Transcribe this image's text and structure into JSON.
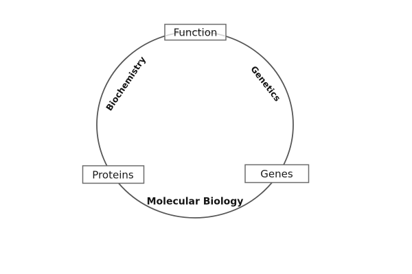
{
  "diagram": {
    "nodes": {
      "function": {
        "label": "Function"
      },
      "proteins": {
        "label": "Proteins"
      },
      "genes": {
        "label": "Genes"
      }
    },
    "edges": {
      "biochemistry": {
        "label": "Biochemistry"
      },
      "genetics": {
        "label": "Genetics"
      },
      "molecular_biology": {
        "label": "Molecular Biology"
      }
    },
    "colors": {
      "background": "#ffffff",
      "circle_stroke": "#565656",
      "circle_faint_stroke": "#d4d4d4",
      "box_border": "#6b6b6b",
      "box_fill": "#ffffff",
      "text": "#1a1a1a"
    }
  }
}
